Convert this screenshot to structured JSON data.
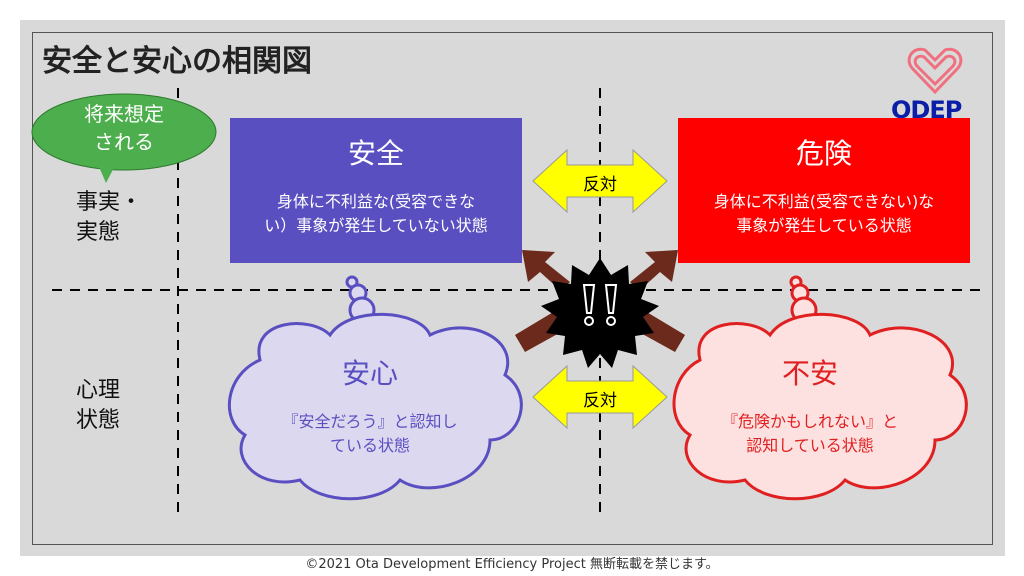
{
  "title": "安全と安心の相関図",
  "logo": {
    "text": "ODEP",
    "icon": "heart-icon"
  },
  "bubble": {
    "line1": "将来想定",
    "line2": "される"
  },
  "rows": {
    "fact": [
      "事実・",
      "実態"
    ],
    "psych": [
      "心理",
      "状態"
    ]
  },
  "safe": {
    "title": "安全",
    "desc1": "身体に不利益な(受容できな",
    "desc2": "い）事象が発生していない状態"
  },
  "danger": {
    "title": "危険",
    "desc1": "身体に不利益(受容できない)な",
    "desc2": "事象が発生している状態"
  },
  "relief": {
    "title": "安心",
    "desc1": "『安全だろう』と認知し",
    "desc2": "ている状態"
  },
  "anxiety": {
    "title": "不安",
    "desc1": "『危険かもしれない』と",
    "desc2": "認知している状態"
  },
  "opposite_top": "反対",
  "opposite_bottom": "反対",
  "center_mark": "!!",
  "footer": "©2021  Ota Development Efficiency Project 無断転載を禁じます。",
  "colors": {
    "safe": "#5a4fc0",
    "danger": "#ff0000",
    "relief_fill": "#dcd8f0",
    "relief_stroke": "#5a4fc0",
    "anxiety_fill": "#fde0e0",
    "anxiety_stroke": "#e02020",
    "arrow_yellow": "#ffff00",
    "bubble_green": "#4cae4c",
    "burst_arrows": "#6b2a1c"
  }
}
